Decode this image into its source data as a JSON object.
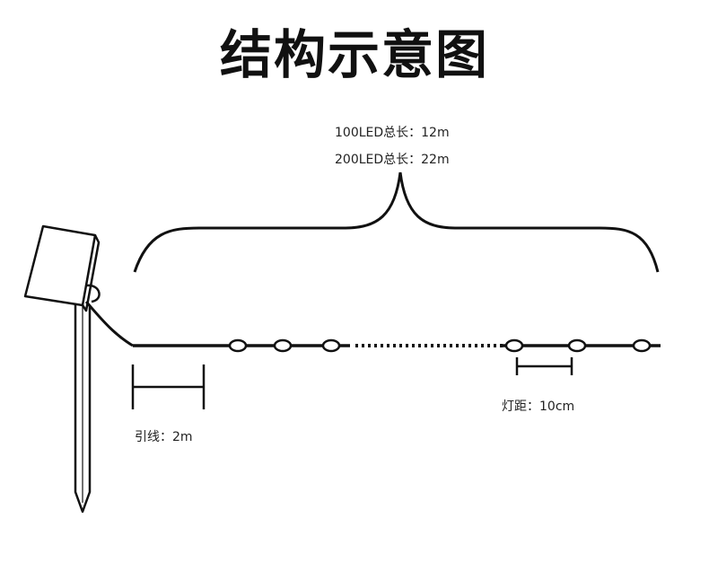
{
  "title": "结构示意图",
  "total_length": {
    "line_100": "100LED总长：12m",
    "line_200": "200LED总长：22m"
  },
  "lead_wire": {
    "label": "引线：2m"
  },
  "led_spacing": {
    "label": "灯距：10cm"
  },
  "colors": {
    "stroke": "#111111",
    "text": "#222222",
    "background": "#ffffff"
  }
}
